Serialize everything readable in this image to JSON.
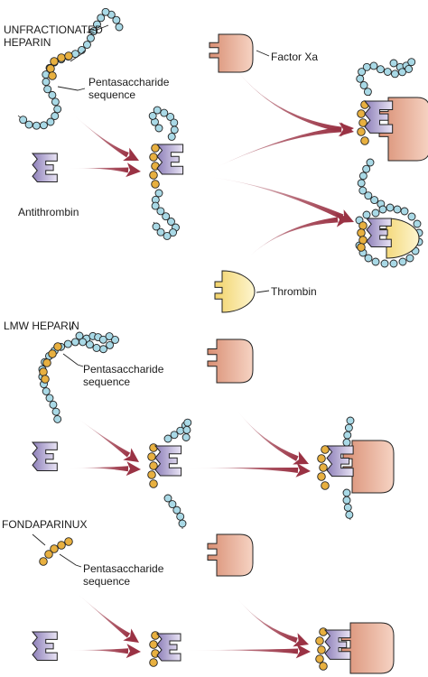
{
  "labels": {
    "unfractionated_heparin": "UNFRACTIONATED\nHEPARIN",
    "pentasaccharide_1": "Pentasaccharide\nsequence",
    "factor_xa": "Factor Xa",
    "antithrombin": "Antithrombin",
    "thrombin": "Thrombin",
    "lmw_heparin": "LMW HEPARIN",
    "pentasaccharide_2": "Pentasaccharide\nsequence",
    "fondaparinux": "FONDAPARINUX",
    "pentasaccharide_3": "Pentasaccharide\nsequence"
  },
  "colors": {
    "heparin_bead": "#a9d9e6",
    "pentasaccharide": "#e8b040",
    "antithrombin": "#b7a9d4",
    "factor_xa": "#e2a98f",
    "thrombin": "#f7e6a0",
    "arrow": "#9a3244",
    "outline": "#222222"
  },
  "icons": [
    "heparin-chain",
    "pentasaccharide-sequence",
    "antithrombin-shape",
    "factor-xa-shape",
    "thrombin-shape",
    "reaction-arrow"
  ]
}
